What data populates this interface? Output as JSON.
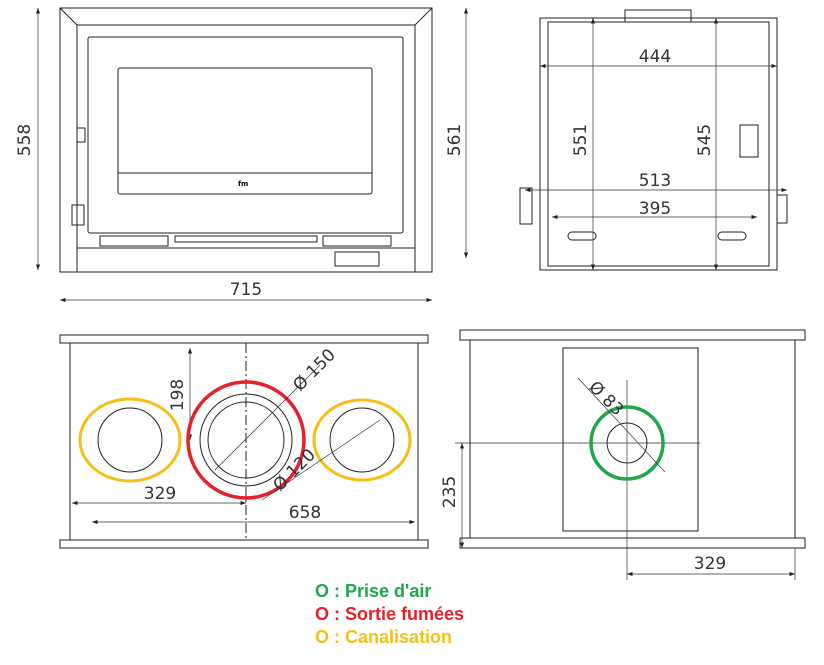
{
  "front_view": {
    "height_left": "558",
    "height_right": "561",
    "width": "715"
  },
  "side_view": {
    "depth_top": "444",
    "height_left": "551",
    "height_right": "545",
    "depth_mid": "513",
    "depth_bottom": "395"
  },
  "top_view": {
    "offset_y": "198",
    "diameter_smoke": "150",
    "diameter_channel": "120",
    "half_width": "329",
    "channel_spacing": "658"
  },
  "bottom_view": {
    "diameter_air": "83",
    "offset_y": "235",
    "offset_x": "329"
  },
  "legend": [
    {
      "symbol": "O",
      "label": ": Prise d'air",
      "color": "#1fa84a"
    },
    {
      "symbol": "O",
      "label": ": Sortie fumées",
      "color": "#e8202a"
    },
    {
      "symbol": "O",
      "label": ": Canalisation",
      "color": "#f7be16"
    }
  ]
}
